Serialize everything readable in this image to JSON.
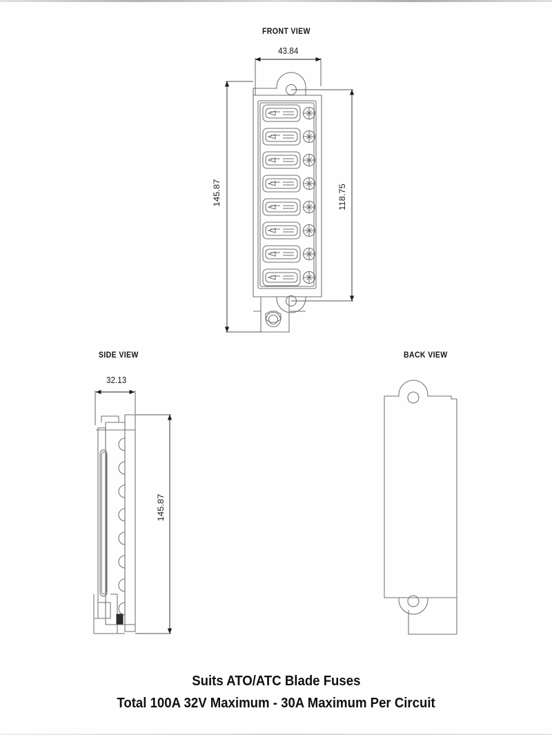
{
  "document": {
    "type": "technical-drawing",
    "subject": "8-way ATO/ATC blade fuse block"
  },
  "views": {
    "front": {
      "label": "FRONT VIEW",
      "fuse_count": 8,
      "dimensions": {
        "width": "43.84",
        "height": "145.87",
        "hole_centres": "118.75"
      }
    },
    "side": {
      "label": "SIDE VIEW",
      "fuse_count": 8,
      "dimensions": {
        "depth": "32.13",
        "height": "145.87"
      }
    },
    "back": {
      "label": "BACK VIEW"
    }
  },
  "caption": {
    "line1": "Suits ATO/ATC Blade Fuses",
    "line2": "Total 100A 32V Maximum - 30A Maximum Per Circuit"
  },
  "colors": {
    "line": "#6f6f6f",
    "dim_line": "#1c1c1c",
    "text": "#141414",
    "background": "#fefefe"
  }
}
